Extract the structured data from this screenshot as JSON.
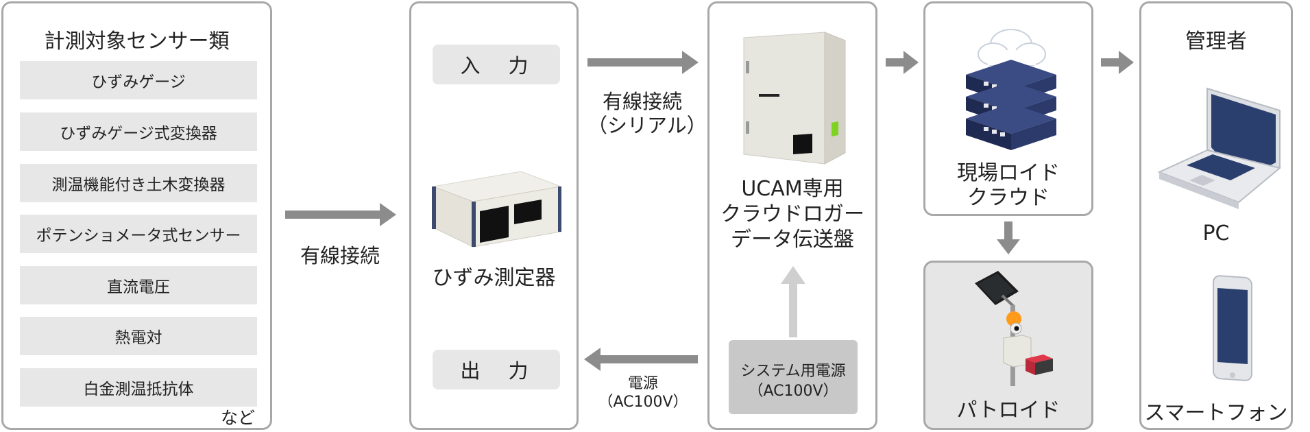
{
  "sensors": {
    "title": "計測対象センサー類",
    "items": [
      "ひずみゲージ",
      "ひずみゲージ式変換器",
      "測温機能付き土木変換器",
      "ポテンショメータ式センサー",
      "直流電圧",
      "熱電対",
      "白金測温抵抗体"
    ],
    "note": "など"
  },
  "link1": {
    "label": "有線接続"
  },
  "meter": {
    "input_label": "入　力",
    "name": "ひずみ測定器",
    "output_label": "出　力"
  },
  "link2": {
    "line1": "有線接続",
    "line2": "（シリアル）"
  },
  "power_link": {
    "line1": "電源",
    "line2": "（AC100V）"
  },
  "logger": {
    "line1": "UCAM専用",
    "line2": "クラウドロガー",
    "line3": "データ伝送盤"
  },
  "power_supply": {
    "line1": "システム用電源",
    "line2": "（AC100V）"
  },
  "cloud": {
    "line1": "現場ロイド",
    "line2": "クラウド"
  },
  "patoroid": {
    "label": "パトロイド"
  },
  "admin": {
    "title": "管理者",
    "pc_label": "PC",
    "phone_label": "スマートフォン"
  },
  "colors": {
    "border": "#a8a8a8",
    "arrow": "#8c8c8c",
    "light_arrow": "#cfcfcf",
    "server_navy": "#2c3a6b",
    "screen_blue": "#2b3f6e",
    "led_green": "#7ed321"
  }
}
